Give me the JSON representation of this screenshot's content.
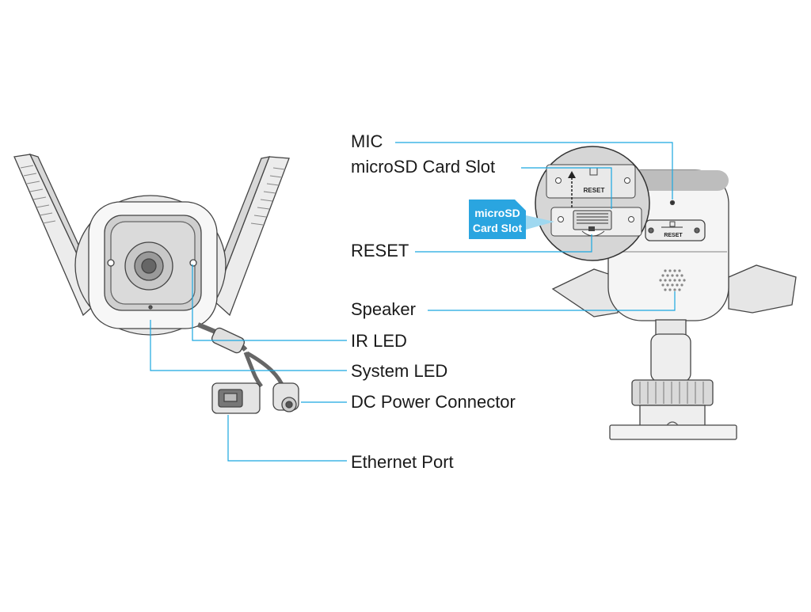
{
  "labels": {
    "mic": "MIC",
    "microsd_slot": "microSD Card Slot",
    "reset": "RESET",
    "speaker": "Speaker",
    "ir_led": "IR LED",
    "system_led": "System LED",
    "dc_power": "DC Power Connector",
    "ethernet": "Ethernet Port"
  },
  "badge": {
    "line1": "microSD",
    "line2": "Card Slot"
  },
  "device_text": {
    "reset_cover": "RESET",
    "reset_body": "RESET"
  },
  "colors": {
    "leader": "#1aa7e0",
    "badge": "#2aa5e0",
    "outline": "#333333",
    "text": "#1a1a1a"
  }
}
